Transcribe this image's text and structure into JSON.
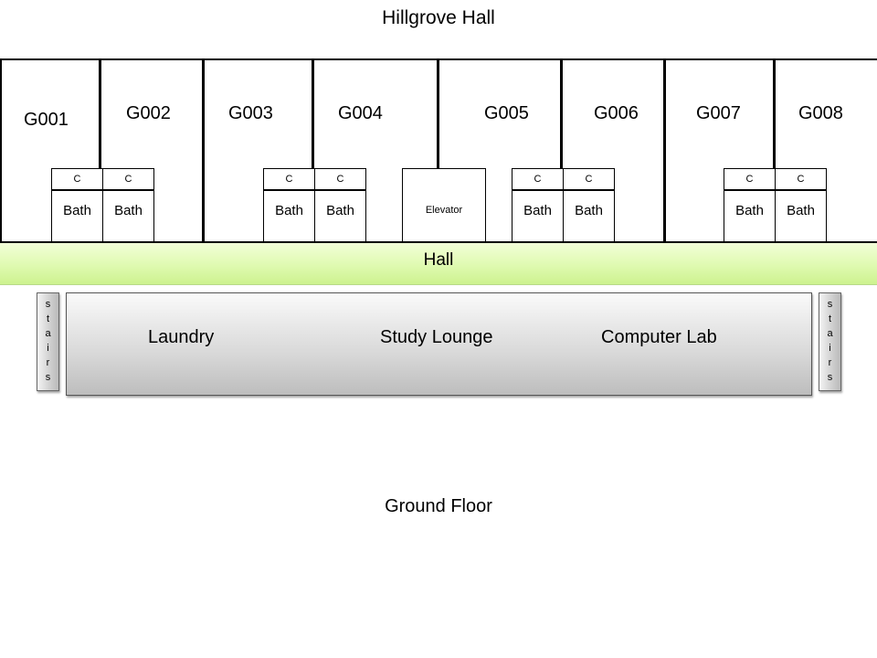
{
  "building": {
    "name": "Hillgrove Hall"
  },
  "floor": {
    "name": "Ground Floor"
  },
  "rooms": [
    "G001",
    "G002",
    "G003",
    "G004",
    "G005",
    "G006",
    "G007",
    "G008"
  ],
  "closet_label": "C",
  "bath_label": "Bath",
  "elevator_label": "Elevator",
  "hall_label": "Hall",
  "common_areas": [
    "Laundry",
    "Study Lounge",
    "Computer Lab"
  ],
  "stairs_label": [
    "s",
    "t",
    "a",
    "i",
    "r",
    "s"
  ],
  "colors": {
    "hall": "#d9f7a6",
    "lounge": "#d0d0d0",
    "stairs": "#c8c8c8"
  }
}
